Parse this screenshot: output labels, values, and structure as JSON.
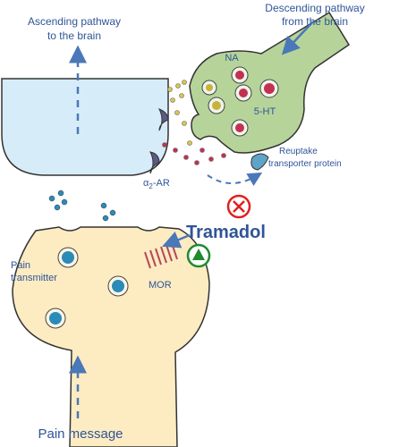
{
  "labels": {
    "ascending_line1": "Ascending pathway",
    "ascending_line2": "to the brain",
    "descending_line1": "Descending pathway",
    "descending_line2": "from the brain",
    "na": "NA",
    "ht": "5-HT",
    "alpha2_sym": "α",
    "alpha2_sub": "2",
    "alpha2_rest": "-AR",
    "reuptake_line1": "Reuptake",
    "reuptake_line2": "transporter protein",
    "tramadol": "Tramadol",
    "pain_transmitter_line1": "Pain",
    "pain_transmitter_line2": "transmitter",
    "mor": "MOR",
    "pain_message": "Pain message"
  },
  "colors": {
    "text_blue": "#2f5597",
    "arrow_blue": "#4a78b8",
    "ascending_neuron_fill": "#d6ecf8",
    "descending_neuron_fill": "#b6d49a",
    "pain_neuron_fill": "#fdebc2",
    "inhibit_red": "#e02020",
    "activate_green": "#1f8a2e",
    "receptor_purple": "#5b5a86",
    "mor_red": "#b5485a"
  }
}
